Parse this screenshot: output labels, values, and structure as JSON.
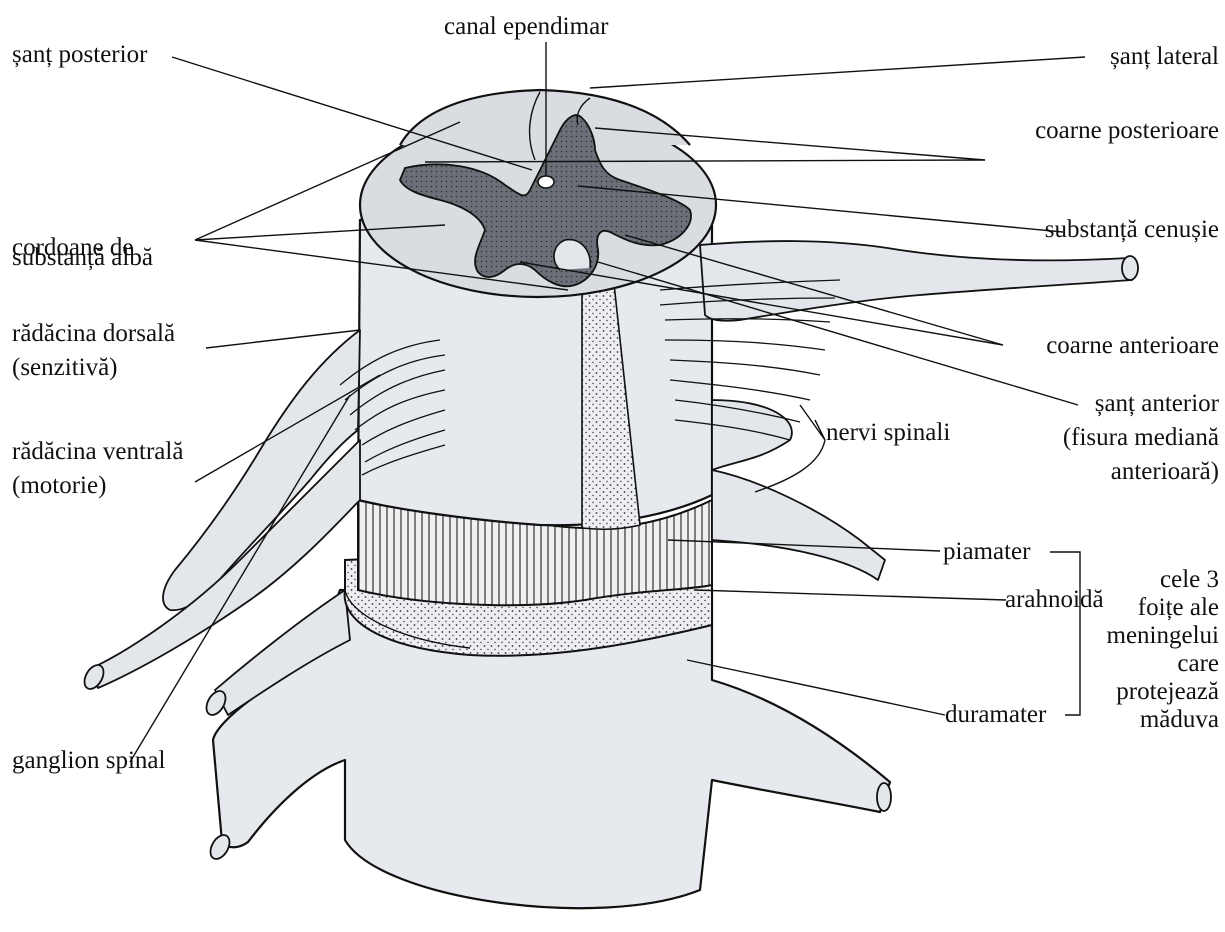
{
  "labels": {
    "sant_posterior": "șanț posterior",
    "canal_ependimar": "canal ependimar",
    "sant_lateral": "șanț lateral",
    "coarne_posterioare": "coarne posterioare",
    "substanta_cenusie": "substanță cenușie",
    "cordoane_line1": "cordoane de",
    "cordoane_line2": "substanță albă",
    "radacina_dorsala_line1": "rădăcina dorsală",
    "radacina_dorsala_line2": "(senzitivă)",
    "radacina_ventrala_line1": "rădăcina ventrală",
    "radacina_ventrala_line2": "(motorie)",
    "coarne_anterioare": "coarne anterioare",
    "sant_anterior_line1": "șanț anterior",
    "sant_anterior_line2": "(fisura mediană",
    "sant_anterior_line3": "anterioară)",
    "nervi_spinali": "nervi spinali",
    "piamater": "piamater",
    "arahnoida": "arahnoidă",
    "duramater": "duramater",
    "ganglion_spinal": "ganglion spinal",
    "meninges_line1": "cele 3",
    "meninges_line2": "foițe ale",
    "meninges_line3": "meningelui",
    "meninges_line4": "care",
    "meninges_line5": "protejează",
    "meninges_line6": "măduva"
  },
  "colors": {
    "white_matter": "#d9dde2",
    "grey_matter": "#6b7078",
    "body": "#e6e9ed",
    "outline": "#111111"
  }
}
